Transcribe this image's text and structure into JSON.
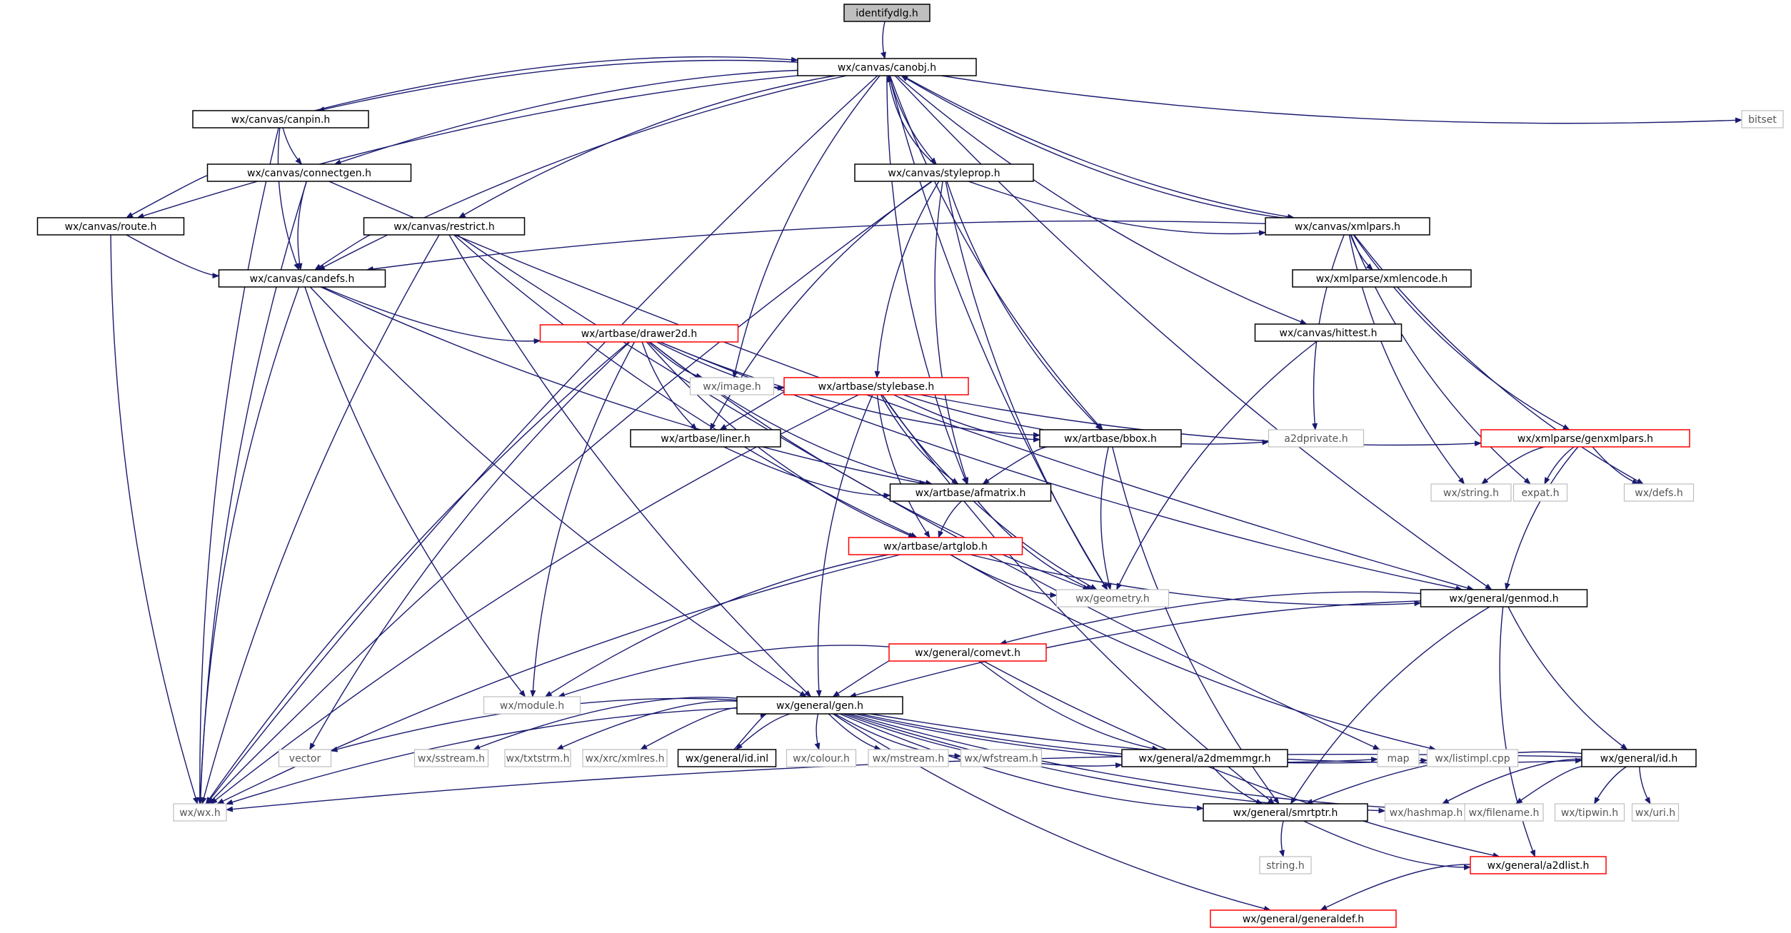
{
  "colors": {
    "edge": "#191970",
    "box_black": "#000000",
    "box_gray": "#bfbfbf",
    "box_red": "#ff0000",
    "root_fill": "#bfbfbf",
    "text_black": "#000000",
    "text_gray": "#555555"
  },
  "nodes": [
    {
      "id": "identifydlg",
      "label": "identifydlg.h",
      "style": "root"
    },
    {
      "id": "canobj",
      "label": "wx/canvas/canobj.h",
      "style": "black"
    },
    {
      "id": "canpin",
      "label": "wx/canvas/canpin.h",
      "style": "black"
    },
    {
      "id": "bitset",
      "label": "bitset",
      "style": "gray"
    },
    {
      "id": "connectgen",
      "label": "wx/canvas/connectgen.h",
      "style": "black"
    },
    {
      "id": "styleprop",
      "label": "wx/canvas/styleprop.h",
      "style": "black"
    },
    {
      "id": "route",
      "label": "wx/canvas/route.h",
      "style": "black"
    },
    {
      "id": "restrict",
      "label": "wx/canvas/restrict.h",
      "style": "black"
    },
    {
      "id": "xmlpars",
      "label": "wx/canvas/xmlpars.h",
      "style": "black"
    },
    {
      "id": "candefs",
      "label": "wx/canvas/candefs.h",
      "style": "black"
    },
    {
      "id": "xmlencode",
      "label": "wx/xmlparse/xmlencode.h",
      "style": "black"
    },
    {
      "id": "hittest",
      "label": "wx/canvas/hittest.h",
      "style": "black"
    },
    {
      "id": "drawer2d",
      "label": "wx/artbase/drawer2d.h",
      "style": "red"
    },
    {
      "id": "image",
      "label": "wx/image.h",
      "style": "gray"
    },
    {
      "id": "stylebase",
      "label": "wx/artbase/stylebase.h",
      "style": "red"
    },
    {
      "id": "liner",
      "label": "wx/artbase/liner.h",
      "style": "black"
    },
    {
      "id": "bbox",
      "label": "wx/artbase/bbox.h",
      "style": "black"
    },
    {
      "id": "a2dprivate",
      "label": "a2dprivate.h",
      "style": "gray"
    },
    {
      "id": "genxmlpars",
      "label": "wx/xmlparse/genxmlpars.h",
      "style": "red"
    },
    {
      "id": "afmatrix",
      "label": "wx/artbase/afmatrix.h",
      "style": "black"
    },
    {
      "id": "wxstring",
      "label": "wx/string.h",
      "style": "gray"
    },
    {
      "id": "expat",
      "label": "expat.h",
      "style": "gray"
    },
    {
      "id": "wxdefs",
      "label": "wx/defs.h",
      "style": "gray"
    },
    {
      "id": "artglob",
      "label": "wx/artbase/artglob.h",
      "style": "red"
    },
    {
      "id": "geometry",
      "label": "wx/geometry.h",
      "style": "gray"
    },
    {
      "id": "genmod",
      "label": "wx/general/genmod.h",
      "style": "black"
    },
    {
      "id": "comevt",
      "label": "wx/general/comevt.h",
      "style": "red"
    },
    {
      "id": "module",
      "label": "wx/module.h",
      "style": "gray"
    },
    {
      "id": "gen",
      "label": "wx/general/gen.h",
      "style": "black"
    },
    {
      "id": "vector",
      "label": "vector",
      "style": "gray"
    },
    {
      "id": "sstream",
      "label": "wx/sstream.h",
      "style": "gray"
    },
    {
      "id": "txtstrm",
      "label": "wx/txtstrm.h",
      "style": "gray"
    },
    {
      "id": "xmlres",
      "label": "wx/xrc/xmlres.h",
      "style": "gray"
    },
    {
      "id": "idinl",
      "label": "wx/general/id.inl",
      "style": "black"
    },
    {
      "id": "colour",
      "label": "wx/colour.h",
      "style": "gray"
    },
    {
      "id": "mstream",
      "label": "wx/mstream.h",
      "style": "gray"
    },
    {
      "id": "wfstream",
      "label": "wx/wfstream.h",
      "style": "gray"
    },
    {
      "id": "a2dmemmgr",
      "label": "wx/general/a2dmemmgr.h",
      "style": "black"
    },
    {
      "id": "map",
      "label": "map",
      "style": "gray"
    },
    {
      "id": "listimpl",
      "label": "wx/listimpl.cpp",
      "style": "gray"
    },
    {
      "id": "idh",
      "label": "wx/general/id.h",
      "style": "black"
    },
    {
      "id": "wxh",
      "label": "wx/wx.h",
      "style": "gray"
    },
    {
      "id": "smrtptr",
      "label": "wx/general/smrtptr.h",
      "style": "black"
    },
    {
      "id": "hashmap",
      "label": "wx/hashmap.h",
      "style": "gray"
    },
    {
      "id": "filename",
      "label": "wx/filename.h",
      "style": "gray"
    },
    {
      "id": "tipwin",
      "label": "wx/tipwin.h",
      "style": "gray"
    },
    {
      "id": "uri",
      "label": "wx/uri.h",
      "style": "gray"
    },
    {
      "id": "stringh",
      "label": "string.h",
      "style": "gray"
    },
    {
      "id": "a2dlist",
      "label": "wx/general/a2dlist.h",
      "style": "red"
    },
    {
      "id": "generaldef",
      "label": "wx/general/generaldef.h",
      "style": "red"
    }
  ],
  "edges": [
    [
      "identifydlg",
      "canobj"
    ],
    [
      "canobj",
      "canpin"
    ],
    [
      "canobj",
      "bitset"
    ],
    [
      "canobj",
      "connectgen"
    ],
    [
      "canobj",
      "styleprop"
    ],
    [
      "canobj",
      "route"
    ],
    [
      "canobj",
      "restrict"
    ],
    [
      "canobj",
      "xmlpars"
    ],
    [
      "canobj",
      "candefs"
    ],
    [
      "canobj",
      "hittest"
    ],
    [
      "canobj",
      "image"
    ],
    [
      "canobj",
      "bbox"
    ],
    [
      "canobj",
      "afmatrix"
    ],
    [
      "canobj",
      "geometry"
    ],
    [
      "canobj",
      "genmod"
    ],
    [
      "canobj",
      "wxh"
    ],
    [
      "canpin",
      "canobj"
    ],
    [
      "canpin",
      "connectgen"
    ],
    [
      "canpin",
      "candefs"
    ],
    [
      "canpin",
      "wxh"
    ],
    [
      "connectgen",
      "route"
    ],
    [
      "connectgen",
      "candefs"
    ],
    [
      "connectgen",
      "genmod"
    ],
    [
      "connectgen",
      "wxh"
    ],
    [
      "styleprop",
      "canobj"
    ],
    [
      "styleprop",
      "xmlpars"
    ],
    [
      "styleprop",
      "liner"
    ],
    [
      "styleprop",
      "stylebase"
    ],
    [
      "styleprop",
      "afmatrix"
    ],
    [
      "styleprop",
      "bbox"
    ],
    [
      "styleprop",
      "geometry"
    ],
    [
      "styleprop",
      "wxh"
    ],
    [
      "route",
      "candefs"
    ],
    [
      "route",
      "wxh"
    ],
    [
      "restrict",
      "candefs"
    ],
    [
      "restrict",
      "artglob"
    ],
    [
      "restrict",
      "gen"
    ],
    [
      "restrict",
      "map"
    ],
    [
      "restrict",
      "wxh"
    ],
    [
      "xmlpars",
      "canobj"
    ],
    [
      "xmlpars",
      "candefs"
    ],
    [
      "xmlpars",
      "xmlencode"
    ],
    [
      "xmlpars",
      "genxmlpars"
    ],
    [
      "xmlpars",
      "a2dprivate"
    ],
    [
      "xmlpars",
      "wxstring"
    ],
    [
      "xmlpars",
      "expat"
    ],
    [
      "xmlpars",
      "wxdefs"
    ],
    [
      "candefs",
      "drawer2d"
    ],
    [
      "candefs",
      "afmatrix"
    ],
    [
      "candefs",
      "module"
    ],
    [
      "candefs",
      "gen"
    ],
    [
      "candefs",
      "wxh"
    ],
    [
      "hittest",
      "geometry"
    ],
    [
      "drawer2d",
      "image"
    ],
    [
      "drawer2d",
      "stylebase"
    ],
    [
      "drawer2d",
      "liner"
    ],
    [
      "drawer2d",
      "bbox"
    ],
    [
      "drawer2d",
      "afmatrix"
    ],
    [
      "drawer2d",
      "artglob"
    ],
    [
      "drawer2d",
      "geometry"
    ],
    [
      "drawer2d",
      "genmod"
    ],
    [
      "drawer2d",
      "module"
    ],
    [
      "drawer2d",
      "vector"
    ],
    [
      "drawer2d",
      "wxh"
    ],
    [
      "stylebase",
      "liner"
    ],
    [
      "stylebase",
      "bbox"
    ],
    [
      "stylebase",
      "a2dprivate"
    ],
    [
      "stylebase",
      "genxmlpars"
    ],
    [
      "stylebase",
      "afmatrix"
    ],
    [
      "stylebase",
      "artglob"
    ],
    [
      "stylebase",
      "geometry"
    ],
    [
      "stylebase",
      "gen"
    ],
    [
      "stylebase",
      "smrtptr"
    ],
    [
      "stylebase",
      "wxh"
    ],
    [
      "liner",
      "afmatrix"
    ],
    [
      "bbox",
      "afmatrix"
    ],
    [
      "bbox",
      "geometry"
    ],
    [
      "bbox",
      "smrtptr"
    ],
    [
      "genxmlpars",
      "wxstring"
    ],
    [
      "genxmlpars",
      "expat"
    ],
    [
      "genxmlpars",
      "wxdefs"
    ],
    [
      "genxmlpars",
      "genmod"
    ],
    [
      "afmatrix",
      "artglob"
    ],
    [
      "afmatrix",
      "geometry"
    ],
    [
      "artglob",
      "geometry"
    ],
    [
      "artglob",
      "genmod"
    ],
    [
      "artglob",
      "module"
    ],
    [
      "artglob",
      "listimpl"
    ],
    [
      "artglob",
      "wxh"
    ],
    [
      "genmod",
      "comevt"
    ],
    [
      "genmod",
      "gen"
    ],
    [
      "genmod",
      "idh"
    ],
    [
      "genmod",
      "smrtptr"
    ],
    [
      "genmod",
      "a2dlist"
    ],
    [
      "comevt",
      "gen"
    ],
    [
      "comevt",
      "module"
    ],
    [
      "comevt",
      "a2dmemmgr"
    ],
    [
      "comevt",
      "a2dlist"
    ],
    [
      "gen",
      "vector"
    ],
    [
      "gen",
      "sstream"
    ],
    [
      "gen",
      "txtstrm"
    ],
    [
      "gen",
      "xmlres"
    ],
    [
      "gen",
      "idinl"
    ],
    [
      "gen",
      "colour"
    ],
    [
      "gen",
      "mstream"
    ],
    [
      "gen",
      "wfstream"
    ],
    [
      "gen",
      "a2dmemmgr"
    ],
    [
      "gen",
      "map"
    ],
    [
      "gen",
      "listimpl"
    ],
    [
      "gen",
      "idh"
    ],
    [
      "gen",
      "smrtptr"
    ],
    [
      "gen",
      "hashmap"
    ],
    [
      "gen",
      "filename"
    ],
    [
      "gen",
      "generaldef"
    ],
    [
      "gen",
      "wxh"
    ],
    [
      "idinl",
      "gen"
    ],
    [
      "a2dmemmgr",
      "smrtptr"
    ],
    [
      "idh",
      "wxh"
    ],
    [
      "idh",
      "smrtptr"
    ],
    [
      "idh",
      "hashmap"
    ],
    [
      "idh",
      "filename"
    ],
    [
      "idh",
      "tipwin"
    ],
    [
      "idh",
      "uri"
    ],
    [
      "smrtptr",
      "stringh"
    ],
    [
      "smrtptr",
      "a2dlist"
    ],
    [
      "a2dlist",
      "generaldef"
    ]
  ]
}
